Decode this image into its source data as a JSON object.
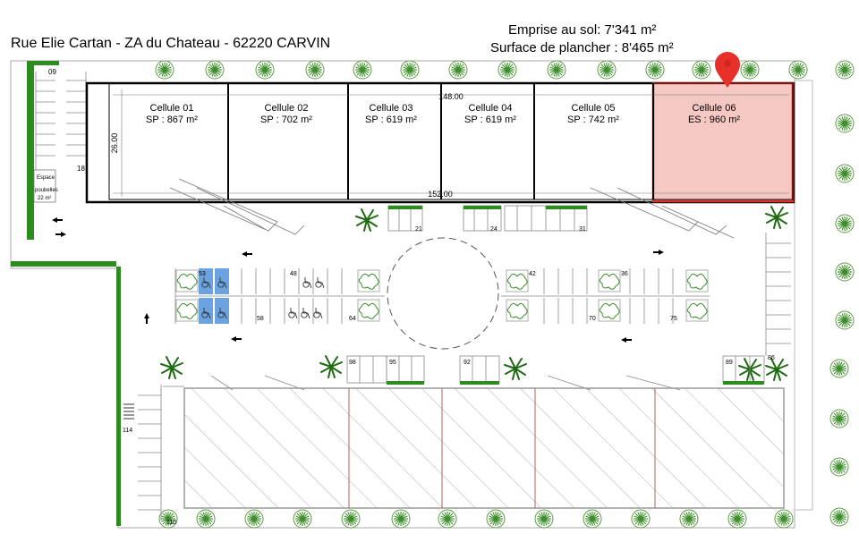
{
  "header": {
    "address": "Rue Elie Cartan - ZA du Chateau - 62220 CARVIN",
    "emprise": "Emprise au sol: 7'341 m²",
    "surface": "Surface de plancher : 8'465 m²"
  },
  "cells": [
    {
      "name": "Cellule 01",
      "area": "SP : 867 m²",
      "highlighted": false
    },
    {
      "name": "Cellule 02",
      "area": "SP : 702 m²",
      "highlighted": false
    },
    {
      "name": "Cellule 03",
      "area": "SP : 619 m²",
      "highlighted": false
    },
    {
      "name": "Cellule 04",
      "area": "SP : 619 m²",
      "highlighted": false
    },
    {
      "name": "Cellule 05",
      "area": "SP : 742 m²",
      "highlighted": false
    },
    {
      "name": "Cellule 06",
      "area": "ES : 960 m²",
      "highlighted": true
    }
  ],
  "dimensions": {
    "inner_width": "148.00",
    "outer_width": "152.00",
    "depth": "26.00"
  },
  "trash_area": {
    "label_line1": "Espace",
    "label_line2": "poubelles",
    "label_line3": "22 m²"
  },
  "parking_numbers": {
    "p09": "09",
    "p18": "18",
    "p21": "21",
    "p24": "24",
    "p31": "31",
    "p53": "53",
    "p48": "48",
    "p42": "42",
    "p36": "36",
    "p58": "58",
    "p64": "64",
    "p70": "70",
    "p75": "75",
    "p98": "98",
    "p95": "95",
    "p92": "92",
    "p89": "89",
    "p86": "86",
    "p114": "114",
    "p110": "110"
  },
  "colors": {
    "highlight_fill": "#f6c8c4",
    "highlight_stroke": "#d9332a",
    "pin": "#e8302a",
    "hedge": "#2e8b1f",
    "tree": "#3c8d2a",
    "accessible_space": "#6aa3e0"
  }
}
